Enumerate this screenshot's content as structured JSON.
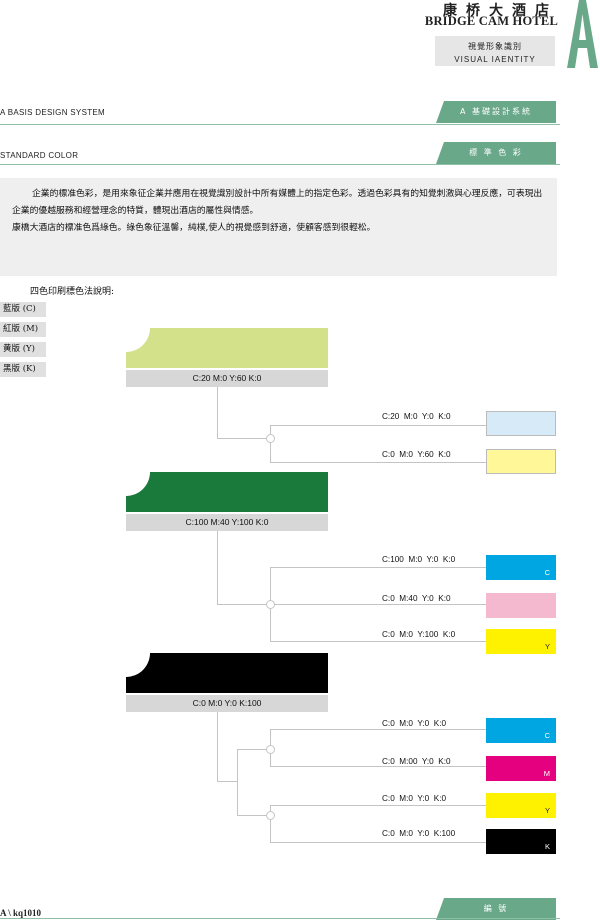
{
  "header": {
    "hotel_cn": "康桥大酒店",
    "hotel_en": "BRIDGE CAM HOTEL",
    "visual_cn": "視覺形象識別",
    "visual_en": "VISUAL IAENTITY",
    "logo_letter": "A"
  },
  "sections": {
    "basis_en": "A  BASIS DESIGN SYSTEM",
    "basis_cn": "A 基礎設計系統",
    "standard_en": "STANDARD COLOR",
    "standard_cn": "標  準  色  彩"
  },
  "description": {
    "para1": "企業的標准色彩，是用來象征企業并應用在視覺識別設計中所有媒體上的指定色彩。透過色彩具有的知覺刺激與心理反應，可表現出企業的優越服務和經營理念的特質，體現出酒店的屬性與情感。",
    "para2": "康橋大酒店的標准色爲綠色。綠色象征溫馨，純樸,使人的視覺感到舒適，使顧客感到很輕松。"
  },
  "subtitle": "四色印刷標色法說明:",
  "plates": [
    "藍版 (C)",
    "紅版 (M)",
    "黄版 (Y)",
    "黑版 (K)"
  ],
  "groups": [
    {
      "color": "#d3e28a",
      "caption": "C:20  M:0  Y:60  K:0",
      "components": [
        {
          "label": "C:20  M:0  Y:0  K:0",
          "color": "#d6eaf7",
          "letter": ""
        },
        {
          "label": "C:0  M:0  Y:60  K:0",
          "color": "#fff798",
          "letter": ""
        }
      ]
    },
    {
      "color": "#1a7a3c",
      "caption": "C:100  M:40  Y:100  K:0",
      "components": [
        {
          "label": "C:100  M:0  Y:0  K:0",
          "color": "#00a6e2",
          "letter": "C"
        },
        {
          "label": "C:0  M:40  Y:0  K:0",
          "color": "#f4b8cf",
          "letter": ""
        },
        {
          "label": "C:0  M:0  Y:100  K:0",
          "color": "#fff200",
          "letter": "Y"
        }
      ]
    },
    {
      "color": "#000000",
      "caption": "C:0  M:0  Y:0  K:100",
      "components": [
        {
          "label": "C:0  M:0  Y:0  K:0",
          "color": "#00a6e2",
          "letter": "C"
        },
        {
          "label": "C:0  M:00  Y:0  K:0",
          "color": "#e4007f",
          "letter": "M"
        },
        {
          "label": "C:0  M:0  Y:0  K:0",
          "color": "#fff200",
          "letter": "Y"
        },
        {
          "label": "C:0  M:0  Y:0  K:100",
          "color": "#000000",
          "letter": "K"
        }
      ]
    }
  ],
  "footer": {
    "code": "A \\ kq1010",
    "number_label": "編    號"
  },
  "colors": {
    "accent": "#6aa88a",
    "rule": "#8fbfa6"
  }
}
